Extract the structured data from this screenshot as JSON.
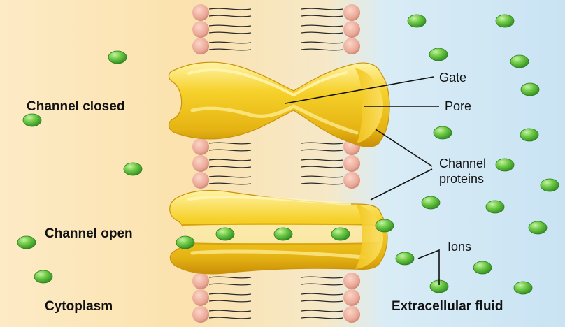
{
  "labels": {
    "channel_closed": "Channel closed",
    "channel_open": "Channel open",
    "cytoplasm": "Cytoplasm",
    "extracellular_fluid": "Extracellular fluid",
    "gate": "Gate",
    "pore": "Pore",
    "channel_proteins_line1": "Channel",
    "channel_proteins_line2": "proteins",
    "ions": "Ions"
  },
  "colors": {
    "cytoplasm_bg": "#fbe7bd",
    "extracellular_bg": "#cfe6f4",
    "lipid_head": "#e9a89a",
    "lipid_tail": "#2b2b2b",
    "protein_fill": "#f2c519",
    "protein_dark": "#d9a40b",
    "ion_fill": "#5cbf3a"
  }
}
